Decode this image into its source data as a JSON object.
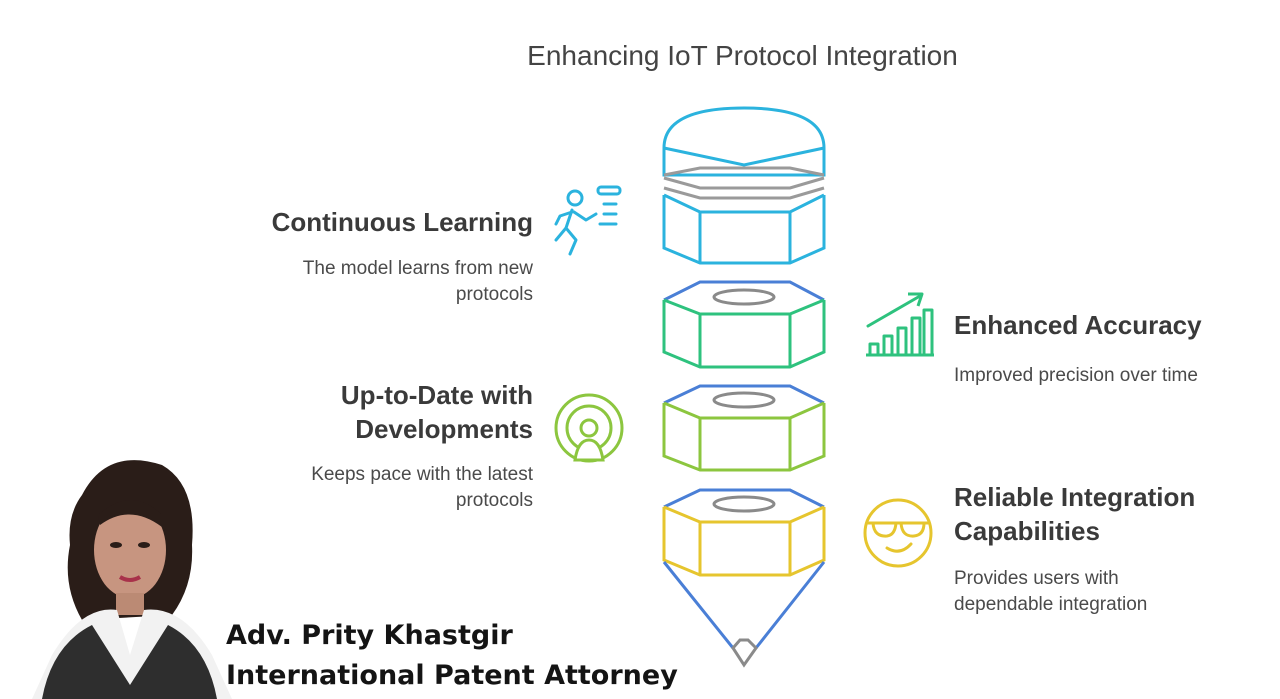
{
  "title": "Enhancing IoT Protocol Integration",
  "items": [
    {
      "heading": "Continuous Learning",
      "desc_line1": "The model learns from new",
      "desc_line2": "protocols",
      "icon": "running-person-icon",
      "color": "#2bb3de"
    },
    {
      "heading": "Enhanced Accuracy",
      "desc_line1": "Improved precision over time",
      "icon": "growth-chart-icon",
      "color": "#2ec27e"
    },
    {
      "heading_line1": "Up-to-Date with",
      "heading_line2": "Developments",
      "desc_line1": "Keeps pace with the latest",
      "desc_line2": "protocols",
      "icon": "broadcast-person-icon",
      "color": "#8cc63f"
    },
    {
      "heading_line1": "Reliable Integration",
      "heading_line2": "Capabilities",
      "desc_line1": "Provides users with",
      "desc_line2": "dependable integration",
      "icon": "sunglasses-face-icon",
      "color": "#e6c52e"
    }
  ],
  "pencil_colors": {
    "eraser": "#2bb3de",
    "band": "#9a9a9a",
    "nut1": "#2ec27e",
    "nut2": "#8cc63f",
    "nut3": "#e6c52e",
    "tip": "#4a7fd6"
  },
  "footer": {
    "name": "Adv. Prity Khastgir",
    "role": "International Patent Attorney"
  }
}
